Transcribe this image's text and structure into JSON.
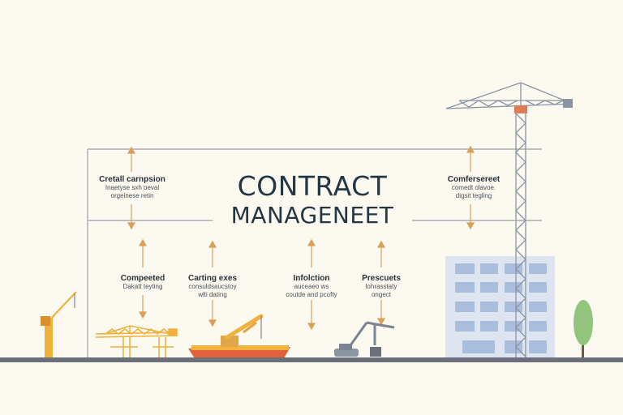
{
  "title": {
    "line1": "CONTRACT",
    "line2": "MANAGENEET"
  },
  "top_nodes": [
    {
      "heading": "Cretall carnpsion",
      "lines": [
        "Inaetyse sxh oeval",
        "orgeinese retin"
      ]
    },
    {
      "heading": "Comfersereet",
      "lines": [
        "comedt olavoe.",
        "digsit tegling"
      ]
    }
  ],
  "bottom_nodes": [
    {
      "heading": "Compeeted",
      "lines": [
        "Dakatt teyting"
      ]
    },
    {
      "heading": "Carting exes",
      "lines": [
        "consuldsaucstoy",
        "wlti dating"
      ]
    },
    {
      "heading": "Infolction",
      "lines": [
        "auceaeo ws",
        "coutde and pcofty"
      ]
    },
    {
      "heading": "Prescuets",
      "lines": [
        "lohrasstaty",
        "ongect"
      ]
    }
  ],
  "colors": {
    "background": "#fbf9f0",
    "frame_line": "#9aa0a6",
    "arrow": "#d9a05a",
    "ground": "#6c707a",
    "crane_tower": "#8b95a3",
    "crane_cab": "#e07b5a",
    "building": "#dfe5f0",
    "window": "#a9bedc",
    "tree": "#93c47d",
    "yellow_machine": "#f0b23c",
    "boat_hull": "#e0613a"
  },
  "icons": [
    "tower-crane-icon",
    "office-building-icon",
    "tree-icon",
    "yellow-crane-icon",
    "gantry-crane-icon",
    "barge-crane-icon",
    "excavator-icon"
  ]
}
